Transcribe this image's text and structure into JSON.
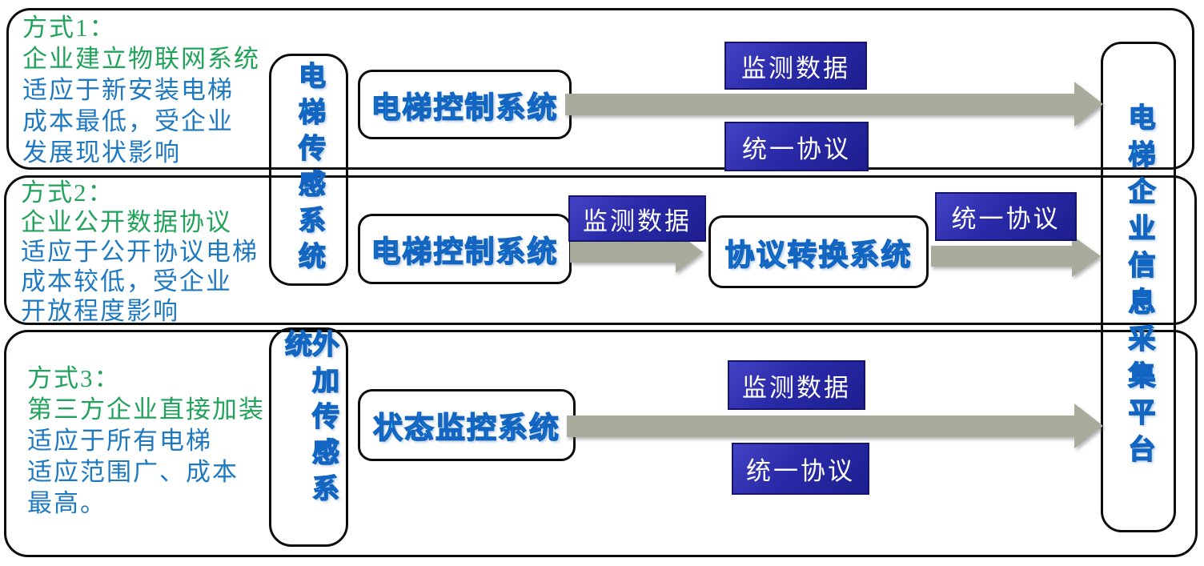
{
  "colors": {
    "description_green": "#22a35b",
    "description_blue": "#1f79c0",
    "wordart_fill": "#3fc8f6",
    "wordart_stroke": "#1266c2",
    "label_background": "#2a2aa8",
    "label_text": "#ffffff",
    "arrow_fill": "#a9ab9c",
    "box_border": "#0b0b0b"
  },
  "rows": [
    {
      "method": "方式1",
      "desc": [
        "方式1：",
        "企业建立物联网系统",
        "适应于新安装电梯",
        "成本最低，受企业",
        "发展现状影响"
      ],
      "source_box": "电梯控制系统",
      "label_data": "监测数据",
      "label_protocol": "统一协议"
    },
    {
      "method": "方式2",
      "desc": [
        "方式2：",
        "企业公开数据协议",
        "适应于公开协议电梯",
        "成本较低，受企业",
        "开放程度影响"
      ],
      "source_box": "电梯控制系统",
      "mid_box": "协议转换系统",
      "label_data": "监测数据",
      "label_protocol": "统一协议"
    },
    {
      "method": "方式3",
      "desc": [
        "方式3：",
        "第三方企业直接加装",
        "适应于所有电梯",
        "适应范围广、成本",
        "最高。"
      ],
      "source_box": "状态监控系统",
      "label_data": "监测数据",
      "label_protocol": "统一协议"
    }
  ],
  "sensors": [
    {
      "label": "电梯传感系统"
    },
    {
      "label": "外加传感系统"
    }
  ],
  "platform": {
    "label": "电梯企业信息采集平台"
  }
}
